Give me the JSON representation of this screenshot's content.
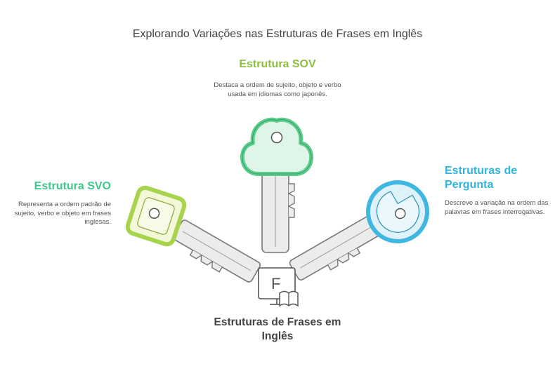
{
  "title": "Explorando Variações nas Estruturas de Frases em Inglês",
  "sov": {
    "heading": "Estrutura SOV",
    "description": "Destaca a ordem de sujeito, objeto e verbo usada em idiomas como japonês.",
    "color": "#8cbf3f",
    "key_color": "#5ccf8f"
  },
  "svo": {
    "heading": "Estrutura SVO",
    "description": "Representa a ordem padrão de sujeito, verbo e objeto em frases inglesas.",
    "color": "#3ec98a",
    "key_color": "#a8d34c"
  },
  "pergunta": {
    "heading": "Estruturas de Pergunta",
    "description": "Descreve a variação na ordem das palavras em frases interrogativas.",
    "color": "#2fb5de",
    "key_color": "#3fb7e0"
  },
  "center": {
    "heading": "Estruturas de Frases em Inglês",
    "icon_letter": "F",
    "icon": "book-monitor-icon"
  }
}
